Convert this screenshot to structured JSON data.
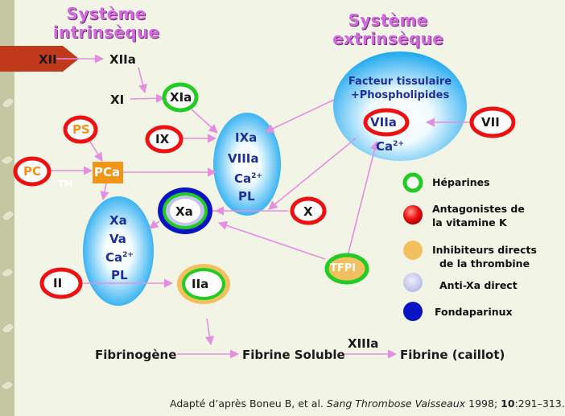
{
  "systems": {
    "intrinsic_line1": "Système",
    "intrinsic_line2": "intrinsèque",
    "extrinsic_line1": "Système",
    "extrinsic_line2": "extrinsèque"
  },
  "factors": {
    "xii": "XII",
    "xiia": "XIIa",
    "xi": "XI",
    "xia": "XIa",
    "ix": "IX",
    "ixa": "IXa",
    "viiia": "VIIIa",
    "ca_base_1": "Ca",
    "ca_sup_1": "2+",
    "pl_1": "PL",
    "ps": "PS",
    "pc": "PC",
    "tm": "TM",
    "pca": "PCa",
    "xa_center": "Xa",
    "x": "X",
    "xa": "Xa",
    "va": "Va",
    "ca_base_2": "Ca",
    "ca_sup_2": "2+",
    "pl_2": "PL",
    "ii": "II",
    "iia": "IIa",
    "tissue_factor_line1": "Facteur tissulaire",
    "tissue_factor_line2": "+Phospholipides",
    "viia": "VIIa",
    "ca_base_3": "Ca",
    "ca_sup_3": "2+",
    "vii": "VII",
    "tfpi": "TFPI"
  },
  "bottom": {
    "fibrinogen": "Fibrinogène",
    "soluble_fibrin": "Fibrine Soluble",
    "xiiia": "XIIIa",
    "fibrin_clot": "Fibrine (caillot)"
  },
  "legend": {
    "heparins": "Héparines",
    "vka_line1": "Antagonistes de",
    "vka_line2": "la vitamine K",
    "dti_line1": "Inhibiteurs directs",
    "dti_line2": "de la thrombine",
    "anti_xa": "Anti-Xa direct",
    "fondaparinux": "Fondaparinux"
  },
  "caption": {
    "prefix": "Adapté d’après Boneu B, et al. ",
    "journal": "Sang Thrombose Vaisseaux",
    "year": " 1998; ",
    "volume": "10",
    "pages": ":291–313."
  },
  "colors": {
    "background": "#f2f4e6",
    "left_band": "#c4c8a2",
    "accent_arrow": "#c0391a",
    "blue_ellipse": "#1ea8ef",
    "arrow": "#e48ee0",
    "heparin_green": "#22cc22",
    "vka_red": "#ee1111",
    "dti_orange": "#f3c060",
    "anti_xa_lavender": "#c2c4ee",
    "fondaparinux_blue": "#0a14c4",
    "pca_box": "#f29416"
  }
}
